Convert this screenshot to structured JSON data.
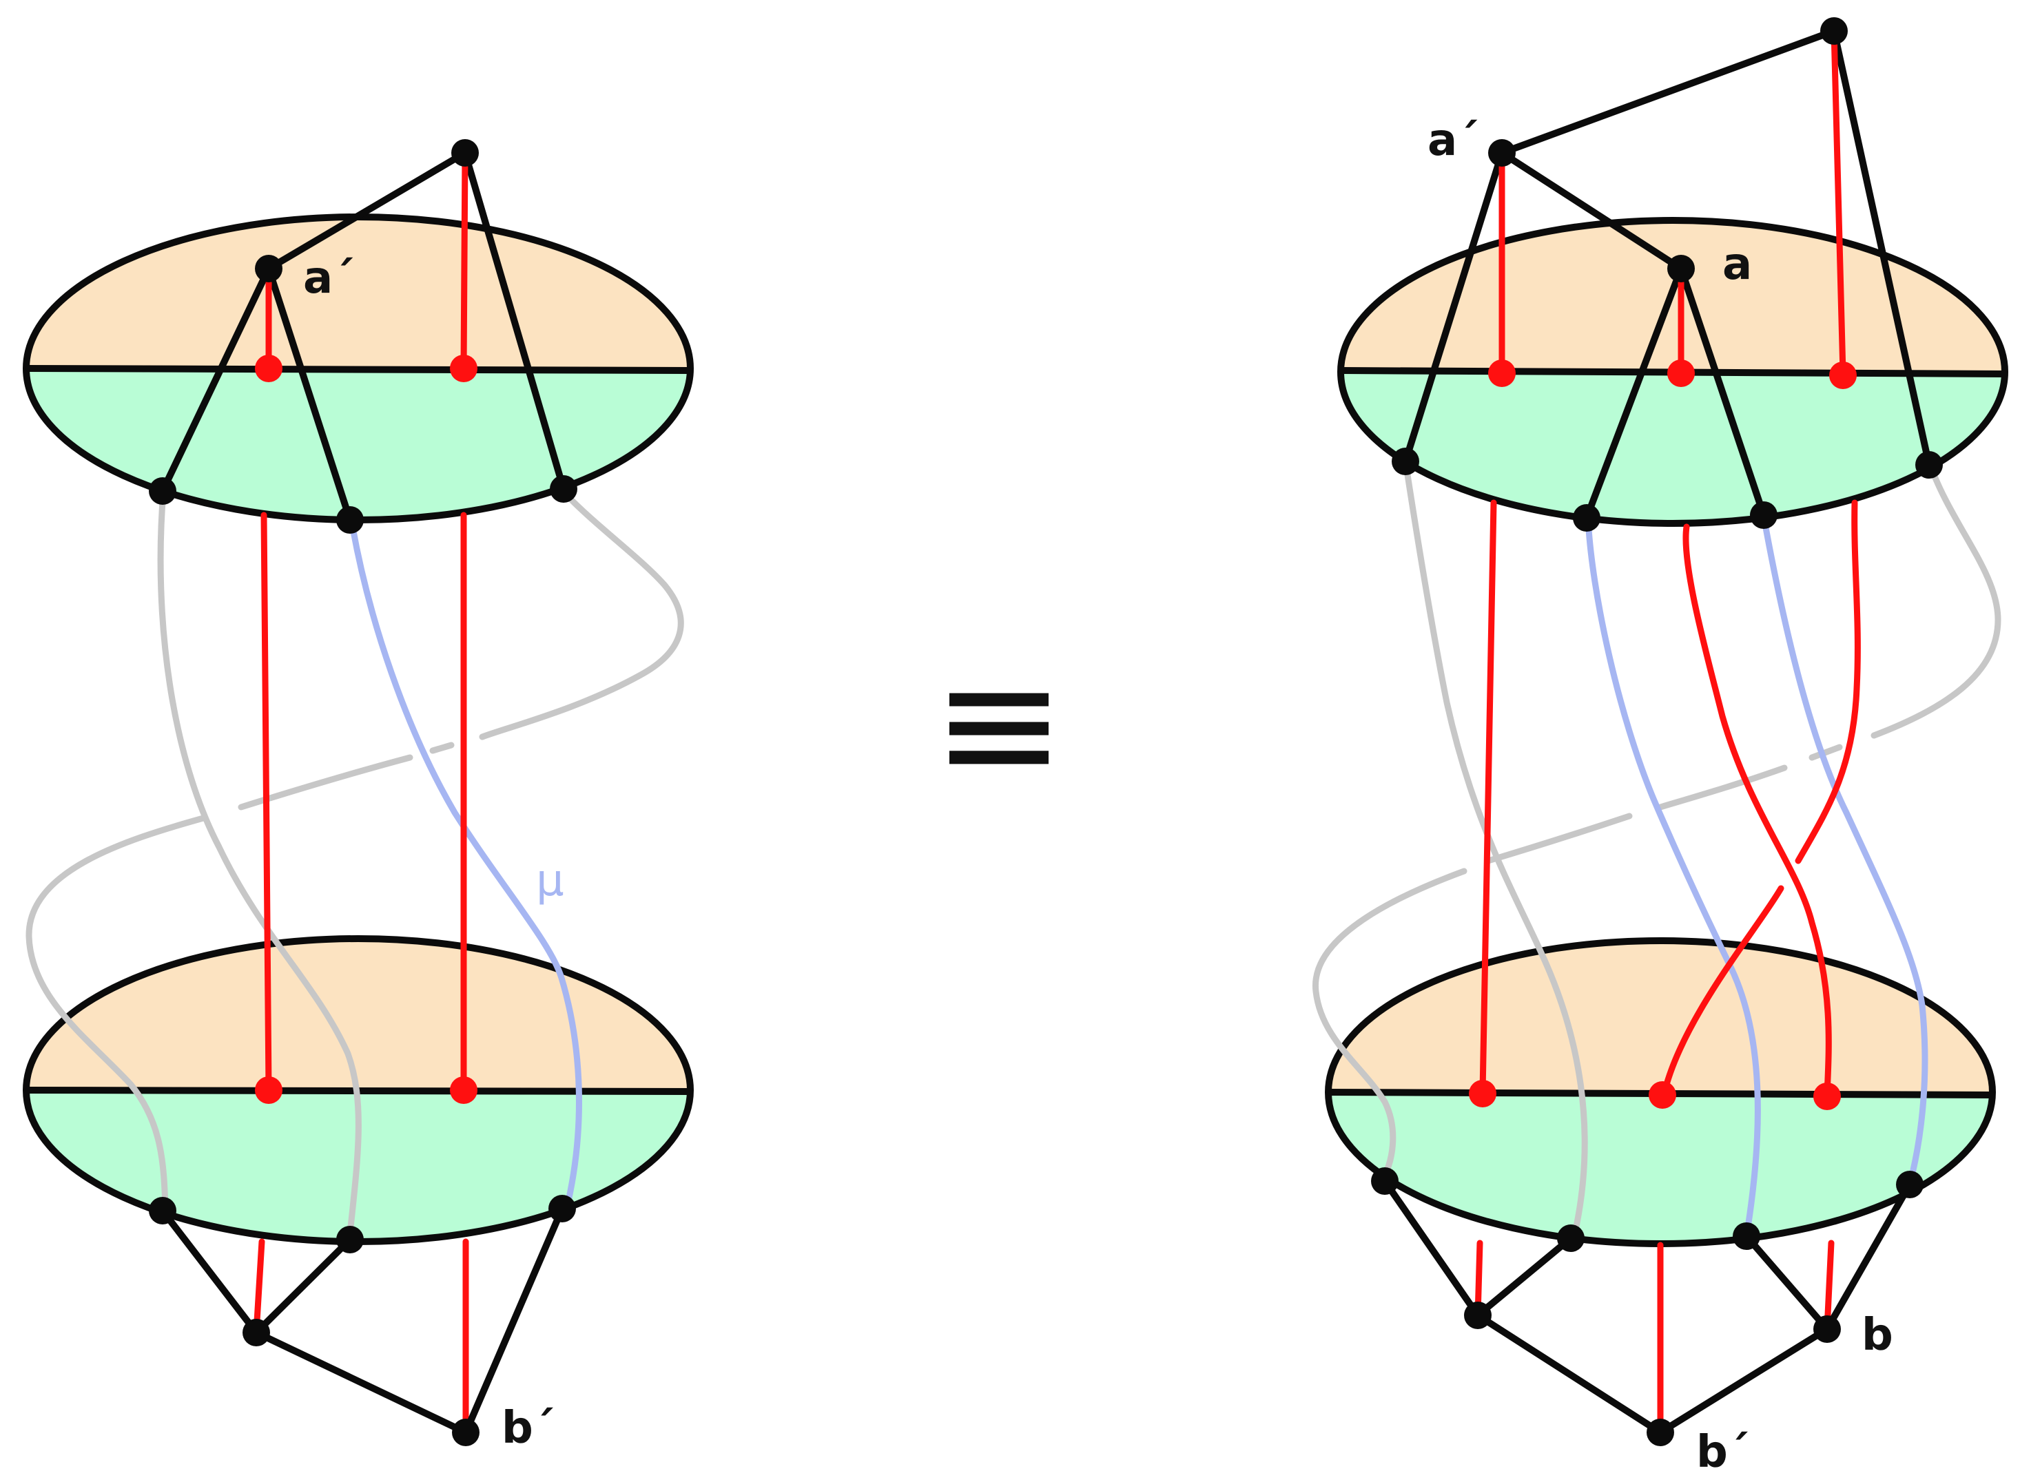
{
  "colors": {
    "black": "#0b0b0b",
    "red": "#ff1010",
    "blue": "#a6b6f2",
    "gray": "#c7c7c7",
    "top_half": "#fce3c1",
    "bottom_half": "#b9fdd6"
  },
  "left_diagram": {
    "labels": {
      "a_prime": "a´",
      "b_prime": "b´",
      "mu": "μ"
    }
  },
  "equivalence_symbol": "≡",
  "right_diagram": {
    "labels": {
      "a_prime": "a´",
      "a": "a",
      "b": "b",
      "b_prime": "b´"
    }
  }
}
